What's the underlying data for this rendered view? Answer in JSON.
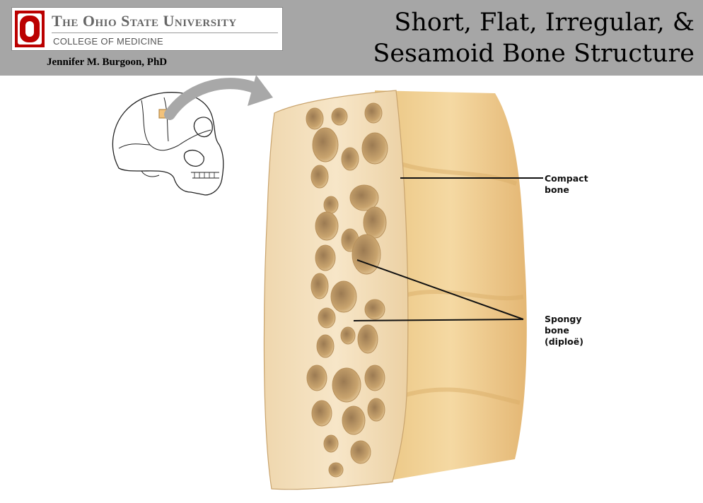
{
  "header": {
    "university": "The Ohio State University",
    "college": "COLLEGE OF MEDICINE",
    "author": "Jennifer M. Burgoon, PhD",
    "title_line1": "Short, Flat, Irregular, &",
    "title_line2": "Sesamoid Bone Structure",
    "header_color": "#a6a6a6",
    "logo_color": "#bb0000"
  },
  "diagram": {
    "labels": {
      "compact": "Compact\nbone",
      "spongy": "Spongy\nbone\n(diploë)"
    },
    "bone_color": "#f0cf93",
    "cut_face_color": "#f2dcb6"
  }
}
